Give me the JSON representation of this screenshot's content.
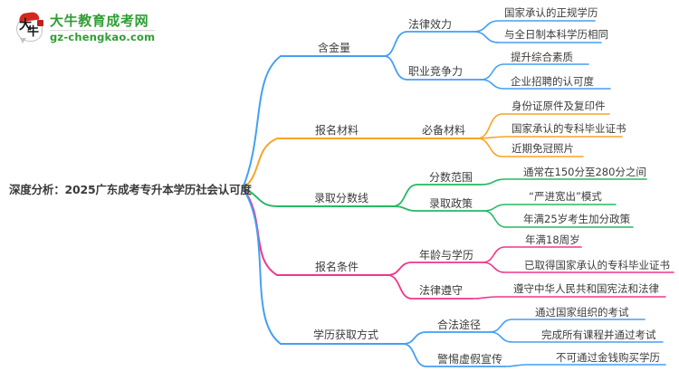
{
  "logo": {
    "title": "大牛教育成考网",
    "url": "gz-chengkao.com",
    "icon_char_top": "大",
    "icon_char_bottom": "牛"
  },
  "colors": {
    "blue": "#459ff3",
    "orange": "#f7a427",
    "green": "#26b864",
    "pink": "#f0368e",
    "brand_green": "#2f9e32",
    "logo_red": "#d5281e",
    "text": "#3c3c3c"
  },
  "mindmap": {
    "root": {
      "label": "深度分析：2025广东成考专升本学历社会认可度"
    },
    "branches": [
      {
        "label": "含金量",
        "color": "blue",
        "children": [
          {
            "label": "法律效力",
            "children": [
              {
                "label": "国家承认的正规学历"
              },
              {
                "label": "与全日制本科学历相同"
              }
            ]
          },
          {
            "label": "职业竞争力",
            "children": [
              {
                "label": "提升综合素质"
              },
              {
                "label": "企业招聘的认可度"
              }
            ]
          }
        ]
      },
      {
        "label": "报名材料",
        "color": "orange",
        "children": [
          {
            "label": "必备材料",
            "children": [
              {
                "label": "身份证原件及复印件"
              },
              {
                "label": "国家承认的专科毕业证书"
              },
              {
                "label": "近期免冠照片"
              }
            ]
          }
        ]
      },
      {
        "label": "录取分数线",
        "color": "green",
        "children": [
          {
            "label": "分数范围",
            "children": [
              {
                "label": "通常在150分至280分之间"
              }
            ]
          },
          {
            "label": "录取政策",
            "children": [
              {
                "label": "“严进宽出”模式"
              },
              {
                "label": "年满25岁考生加分政策"
              }
            ]
          }
        ]
      },
      {
        "label": "报名条件",
        "color": "pink",
        "children": [
          {
            "label": "年龄与学历",
            "children": [
              {
                "label": "年满18周岁"
              },
              {
                "label": "已取得国家承认的专科毕业证书"
              }
            ]
          },
          {
            "label": "法律遵守",
            "children": [
              {
                "label": "遵守中华人民共和国宪法和法律"
              }
            ]
          }
        ]
      },
      {
        "label": "学历获取方式",
        "color": "blue",
        "children": [
          {
            "label": "合法途径",
            "children": [
              {
                "label": "通过国家组织的考试"
              },
              {
                "label": "完成所有课程并通过考试"
              }
            ]
          },
          {
            "label": "警惕虚假宣传",
            "children": [
              {
                "label": "不可通过金钱购买学历"
              }
            ]
          }
        ]
      }
    ]
  }
}
